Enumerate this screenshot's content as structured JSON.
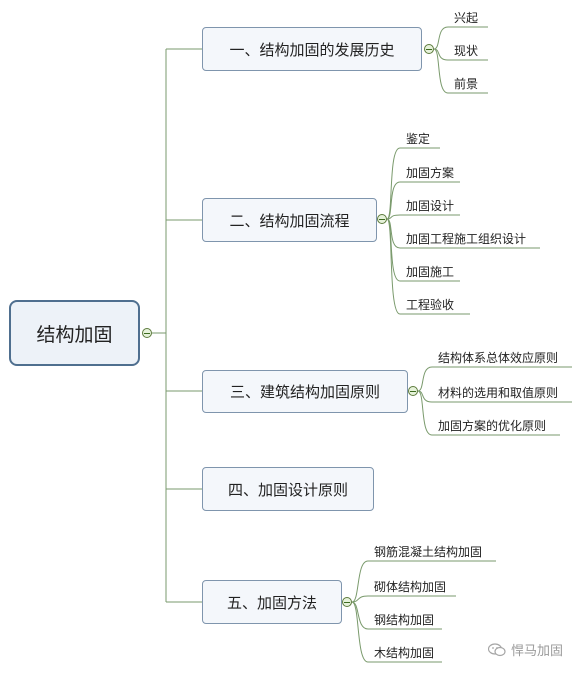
{
  "root": {
    "label": "结构加固"
  },
  "branches": [
    {
      "label": "一、结构加固的发展历史",
      "children": [
        "兴起",
        "现状",
        "前景"
      ]
    },
    {
      "label": "二、结构加固流程",
      "children": [
        "鉴定",
        "加固方案",
        "加固设计",
        "加固工程施工组织设计",
        "加固施工",
        "工程验收"
      ]
    },
    {
      "label": "三、建筑结构加固原则",
      "children": [
        "结构体系总体效应原则",
        "材料的选用和取值原则",
        "加固方案的优化原则"
      ]
    },
    {
      "label": "四、加固设计原则",
      "children": []
    },
    {
      "label": "五、加固方法",
      "children": [
        "钢筋混凝土结构加固",
        "砌体结构加固",
        "钢结构加固",
        "木结构加固"
      ]
    }
  ],
  "watermark": {
    "text": "悍马加固",
    "icon": "wechat-icon"
  },
  "colors": {
    "line": "#7a9a6c",
    "node_border": "#7f95ad",
    "root_border": "#4f6f8f",
    "collapse": "#5c7a3c"
  }
}
